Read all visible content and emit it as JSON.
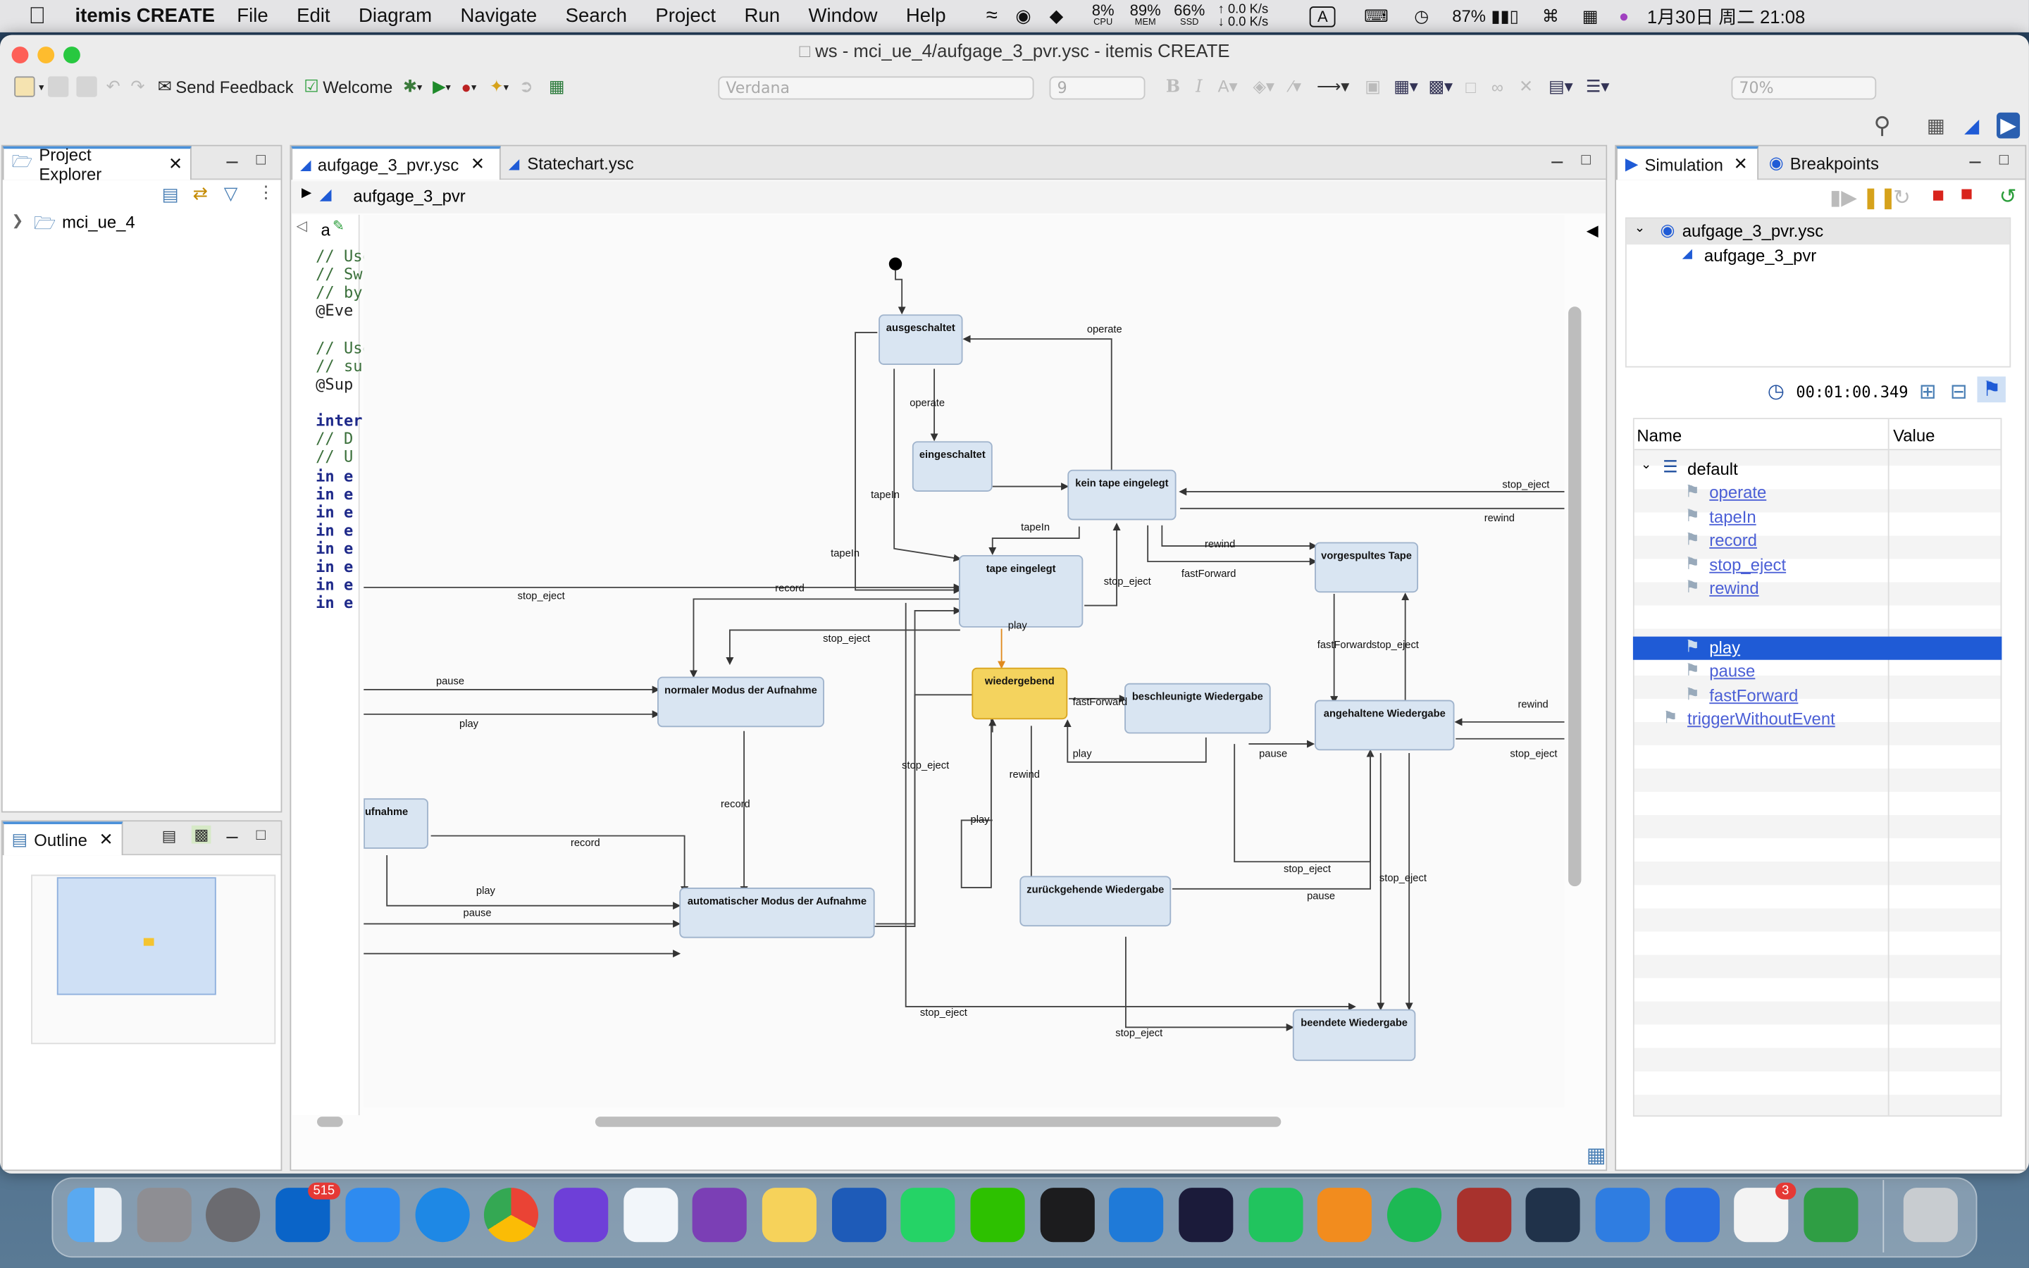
{
  "menubar": {
    "app": "itemis CREATE",
    "items": [
      "File",
      "Edit",
      "Diagram",
      "Navigate",
      "Search",
      "Project",
      "Run",
      "Window",
      "Help"
    ],
    "cpu": "8%",
    "cpu_label": "CPU",
    "mem": "89%",
    "mem_label": "MEM",
    "ssd": "66%",
    "ssd_label": "SSD",
    "net_up": "0.0 K/s",
    "net_down": "0.0 K/s",
    "input_method": "A",
    "battery": "87%",
    "datetime": "1月30日 周二  21:08"
  },
  "window": {
    "title": "ws - mci_ue_4/aufgage_3_pvr.ysc - itemis CREATE"
  },
  "toolbar": {
    "send_feedback": "Send Feedback",
    "welcome": "Welcome",
    "font": "Verdana",
    "font_size": "9",
    "zoom": "70%"
  },
  "project_explorer": {
    "tab": "Project Explorer",
    "project": "mci_ue_4"
  },
  "outline": {
    "tab": "Outline"
  },
  "editor": {
    "tabs": [
      "aufgage_3_pvr.ysc",
      "Statechart.ysc"
    ],
    "breadcrumb": "aufgage_3_pvr",
    "code_header": "a",
    "code_lines": [
      "// Use",
      "// Swi",
      "// by :",
      "@Eve",
      "",
      "// Use",
      "// sup",
      "@Sup",
      "",
      "inter",
      "   // D",
      "   // U",
      "   in e",
      "   in e",
      "   in e",
      "   in e",
      "   in e",
      "   in e",
      "   in e",
      "   in e"
    ]
  },
  "states": {
    "ausgeschaltet": "ausgeschaltet",
    "eingeschaltet": "eingeschaltet",
    "kein_tape": "kein tape eingelegt",
    "tape_eingelegt": "tape eingelegt",
    "vorgespultes": "vorgespultes Tape",
    "wiedergebend": "wiedergebend",
    "beschleunigte": "beschleunigte Wiedergabe",
    "angehaltene": "angehaltene Wiedergabe",
    "normaler": "normaler Modus der Aufnahme",
    "aufnahme": "ufnahme",
    "automatischer": "automatischer Modus der Aufnahme",
    "zurueck": "zurückgehende Wiedergabe",
    "beendete": "beendete Wiedergabe"
  },
  "edge_labels": [
    {
      "id": "el1",
      "text": "operate"
    },
    {
      "id": "el2",
      "text": "operate"
    },
    {
      "id": "el3",
      "text": "tapeIn"
    },
    {
      "id": "el4",
      "text": "tapeIn"
    },
    {
      "id": "el5",
      "text": "tapeIn"
    },
    {
      "id": "el6",
      "text": "stop_eject"
    },
    {
      "id": "el7",
      "text": "rewind"
    },
    {
      "id": "el8",
      "text": "rewind"
    },
    {
      "id": "el9",
      "text": "fastForward"
    },
    {
      "id": "el10",
      "text": "stop_eject"
    },
    {
      "id": "el11",
      "text": "record"
    },
    {
      "id": "el12",
      "text": "stop_eject"
    },
    {
      "id": "el13",
      "text": "play"
    },
    {
      "id": "el14",
      "text": "stop_eject"
    },
    {
      "id": "el15",
      "text": "pause"
    },
    {
      "id": "el16",
      "text": "play"
    },
    {
      "id": "el17",
      "text": "fastForward"
    },
    {
      "id": "el18",
      "text": "stop_eject"
    },
    {
      "id": "el19",
      "text": "fastForward"
    },
    {
      "id": "el20",
      "text": "play"
    },
    {
      "id": "el21",
      "text": "pause"
    },
    {
      "id": "el22",
      "text": "rewind"
    },
    {
      "id": "el23",
      "text": "stop_eject"
    },
    {
      "id": "el24",
      "text": "stop_eject"
    },
    {
      "id": "el25",
      "text": "rewind"
    },
    {
      "id": "el26",
      "text": "record"
    },
    {
      "id": "el27",
      "text": "record"
    },
    {
      "id": "el28",
      "text": "play"
    },
    {
      "id": "el29",
      "text": "play"
    },
    {
      "id": "el30",
      "text": "pause"
    },
    {
      "id": "el31",
      "text": "stop_eject"
    },
    {
      "id": "el32",
      "text": "pause"
    },
    {
      "id": "el33",
      "text": "stop_eject"
    },
    {
      "id": "el34",
      "text": "stop_eject"
    },
    {
      "id": "el35",
      "text": "stop_eject"
    }
  ],
  "simulation": {
    "tabs": [
      "Simulation",
      "Breakpoints"
    ],
    "root": "aufgage_3_pvr.ysc",
    "child": "aufgage_3_pvr",
    "time": "00:01:00.349",
    "col_name": "Name",
    "col_value": "Value",
    "scope": "default",
    "events": [
      "operate",
      "tapeIn",
      "record",
      "stop_eject",
      "rewind",
      "play",
      "pause",
      "fastForward"
    ],
    "selected_event": "play",
    "trigger": "triggerWithoutEvent"
  },
  "dock": {
    "outlook_badge": "515",
    "store_badge": "3"
  },
  "colors": {
    "selection": "#1f5bd6",
    "active_state": "#f4d35e",
    "state_fill": "#d9e5f2",
    "link": "#4b5fd6"
  }
}
